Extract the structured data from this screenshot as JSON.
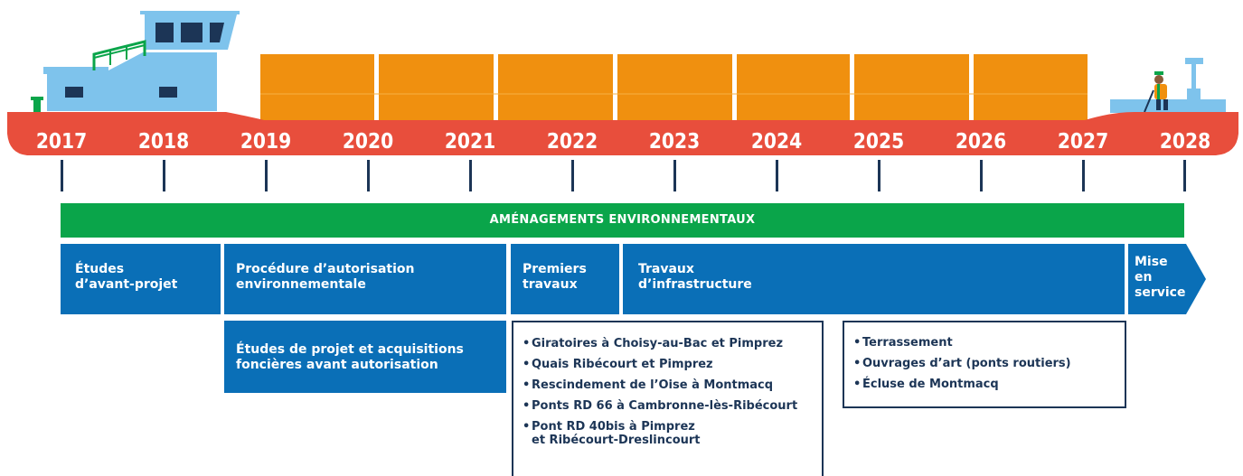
{
  "timeline": {
    "years": [
      "2017",
      "2018",
      "2019",
      "2020",
      "2021",
      "2022",
      "2023",
      "2024",
      "2025",
      "2026",
      "2027",
      "2028"
    ]
  },
  "environmental_bar": {
    "label": "AMÉNAGEMENTS ENVIRONNEMENTAUX"
  },
  "phases": {
    "etudes_avant_projet": "Études\nd’avant-projet",
    "procedure_autorisation": "Procédure d’autorisation\nenvironnementale",
    "premiers_travaux": "Premiers\ntravaux",
    "travaux_infrastructure": "Travaux\nd’infrastructure",
    "mise_en_service": "Mise\nen\nservice",
    "etudes_projet_acquisitions": "Études de projet et acquisitions\nfoncières avant autorisation"
  },
  "premiers_travaux_details": [
    "Giratoires à Choisy-au-Bac et Pimprez",
    "Quais Ribécourt et Pimprez",
    "Rescindement de l’Oise à Montmacq",
    "Ponts RD 66 à Cambronne-lès-Ribécourt",
    "Pont RD 40bis à Pimprez\net Ribécourt-Dreslincourt"
  ],
  "infrastructure_details": [
    "Terrassement",
    "Ouvrages d’art (ponts routiers)",
    "Écluse de Montmacq"
  ],
  "colors": {
    "hull": "#e84e3c",
    "cargo": "#f0900f",
    "cabin": "#7ec3ec",
    "window": "#1c3556",
    "railing": "#0aa54a",
    "environment_bar": "#0aa54a",
    "phase_blue": "#0a6fb7",
    "detail_border": "#1c3556"
  },
  "icons": [
    "boat-illustration",
    "worker-figure"
  ]
}
